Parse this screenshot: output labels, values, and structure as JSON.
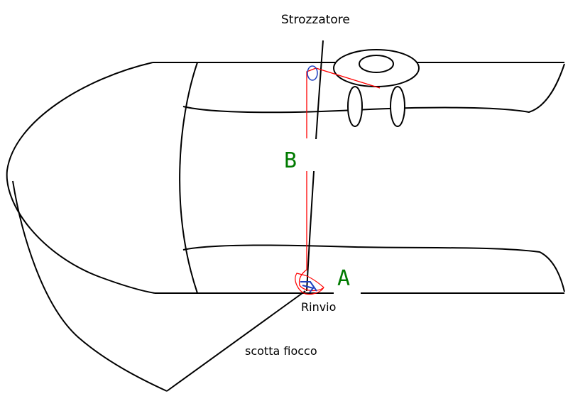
{
  "labels": {
    "cleat": "Strozzatore",
    "letter_b": "B",
    "letter_a": "A",
    "pulley": "Rinvio",
    "sheet": "scotta fiocco"
  },
  "colors": {
    "outline": "#000000",
    "rope": "#ff0000",
    "letters": "#007a00",
    "pulley_mark": "#1f3fbf"
  }
}
